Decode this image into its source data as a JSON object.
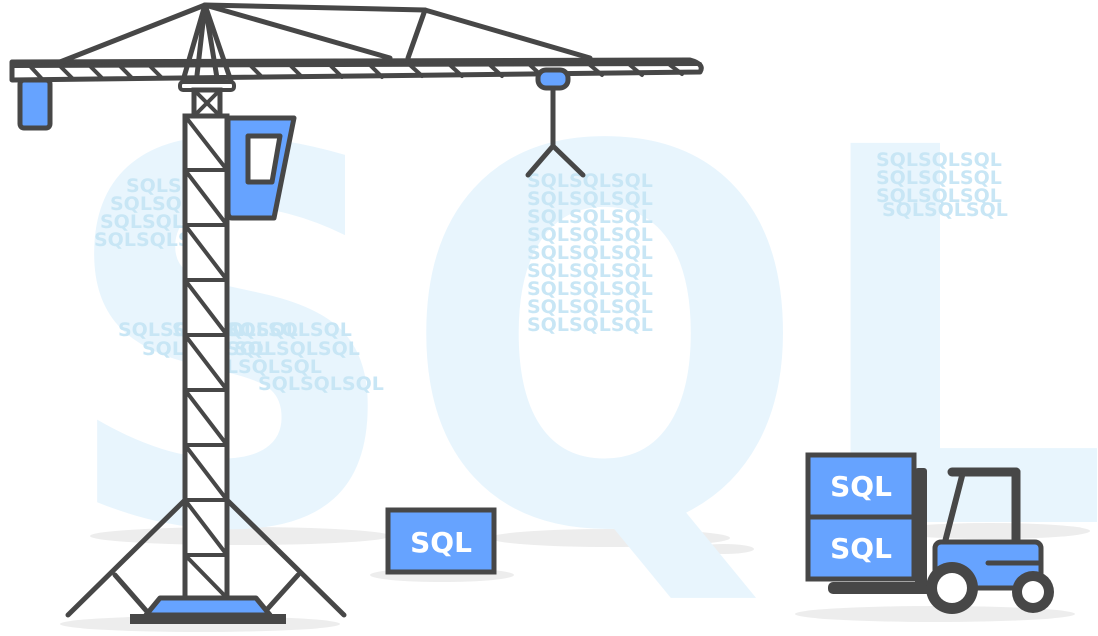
{
  "scene": {
    "background_word": "SQL",
    "pattern_text": "SQL",
    "box_labels": {
      "ground_box": "SQL",
      "forklift_top": "SQL",
      "forklift_bottom": "SQL"
    }
  },
  "colors": {
    "outline": "#474747",
    "accent_blue": "#66a3ff",
    "bg_letters": "#e8f5fd",
    "pattern_text": "#c8e6f5",
    "shadow": "#ededed",
    "white": "#ffffff"
  },
  "icons": [
    "tower-crane-icon",
    "forklift-icon",
    "crate-icon"
  ]
}
